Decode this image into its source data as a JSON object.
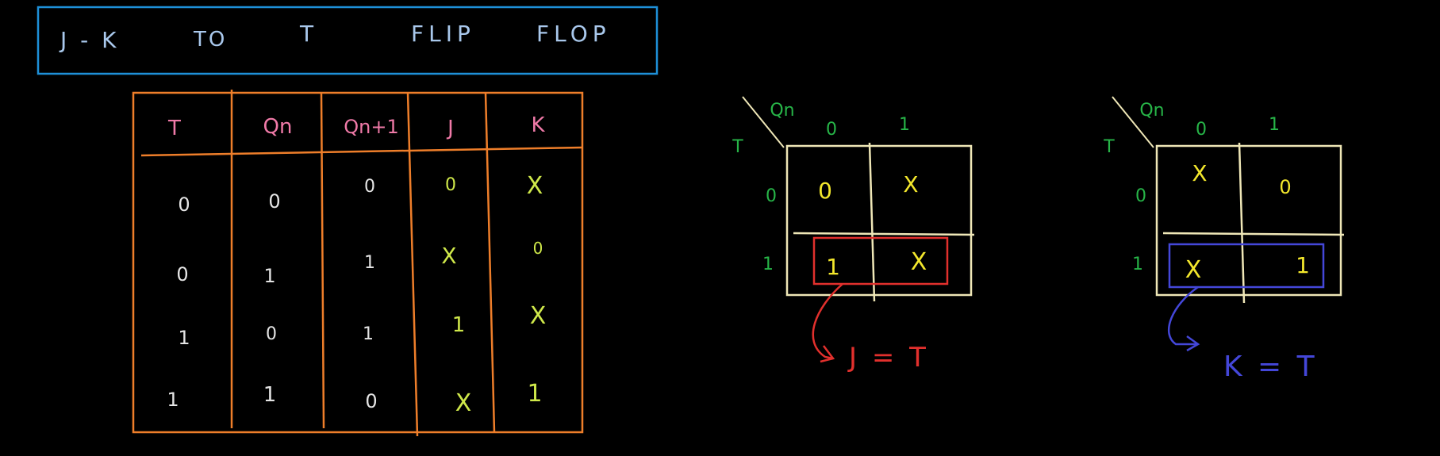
{
  "colors": {
    "background": "#000000",
    "title_box": "#1e90d8",
    "title_text": "#a9c8ec",
    "table_border": "#ee7e2a",
    "header_text": "#f07aa8",
    "cell_white": "#e4e4e4",
    "cell_yellow": "#cfe84a",
    "kmap_border": "#efe7b7",
    "kmap_label": "#27b548",
    "kmap_value": "#f3e72c",
    "group_red": "#e2302d",
    "group_blue": "#4447d9"
  },
  "title": {
    "words": [
      "J - K",
      "TO",
      "T",
      "FLIP",
      "FLOP"
    ]
  },
  "truth_table": {
    "headers": [
      "T",
      "Qn",
      "Qn+1",
      "J",
      "K"
    ],
    "rows": [
      [
        "0",
        "0",
        "0",
        "0",
        "X"
      ],
      [
        "0",
        "1",
        "1",
        "X",
        "0"
      ],
      [
        "1",
        "0",
        "1",
        "1",
        "X"
      ],
      [
        "1",
        "1",
        "0",
        "X",
        "1"
      ]
    ]
  },
  "kmap_j": {
    "col_var": "Qn",
    "row_var": "T",
    "col_labels": [
      "0",
      "1"
    ],
    "row_labels": [
      "0",
      "1"
    ],
    "cells": [
      [
        "0",
        "X"
      ],
      [
        "1",
        "X"
      ]
    ],
    "result": "J = T"
  },
  "kmap_k": {
    "col_var": "Qn",
    "row_var": "T",
    "col_labels": [
      "0",
      "1"
    ],
    "row_labels": [
      "0",
      "1"
    ],
    "cells": [
      [
        "X",
        "0"
      ],
      [
        "X",
        "1"
      ]
    ],
    "result": "K = T"
  }
}
